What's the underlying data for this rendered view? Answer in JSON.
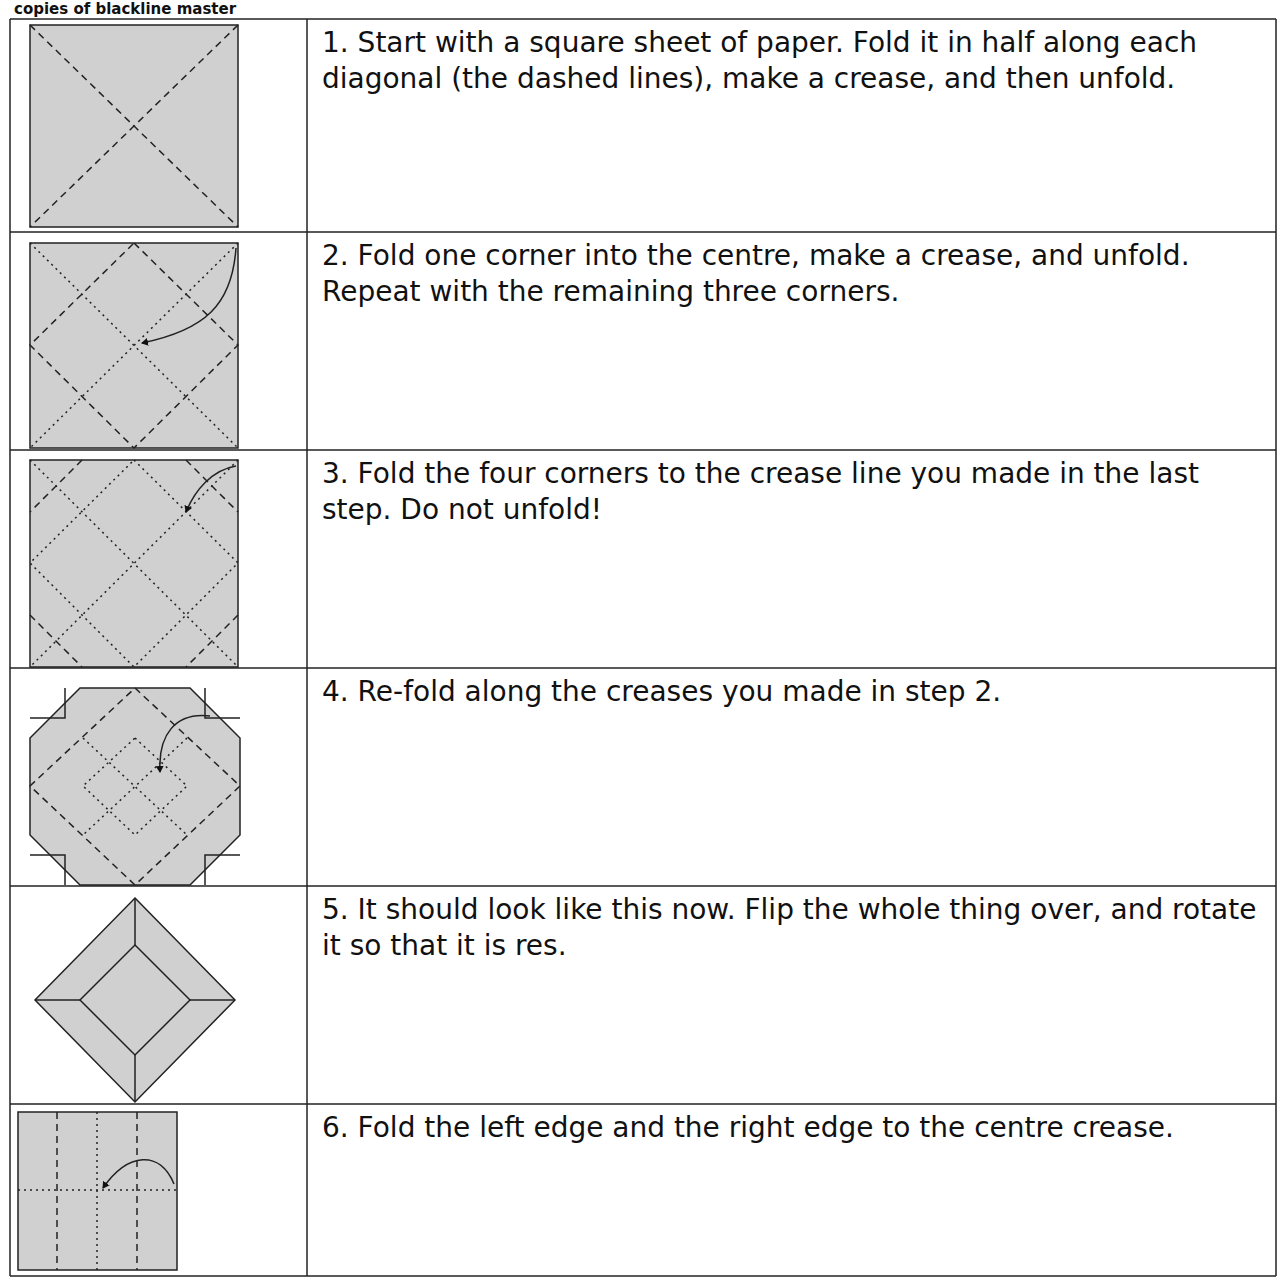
{
  "diagram": {
    "title": "copies of blackline master",
    "labels": [
      "1. Start with a square sheet of paper. Fold it in half along each diagonal (the dashed lines), make a crease, and then unfold.",
      "2. Fold one corner into the centre, make a crease, and unfold. Repeat with the remaining three corners.",
      "3. Fold the four corners to the crease line you made in the last step. Do not unfold!",
      "4. Re-fold along the creases you made in step 2.",
      "5. It should look like this now. Flip the whole thing over, and rotate it so that it is res.",
      "6. Fold the left edge and the right edge to the centre crease."
    ]
  }
}
